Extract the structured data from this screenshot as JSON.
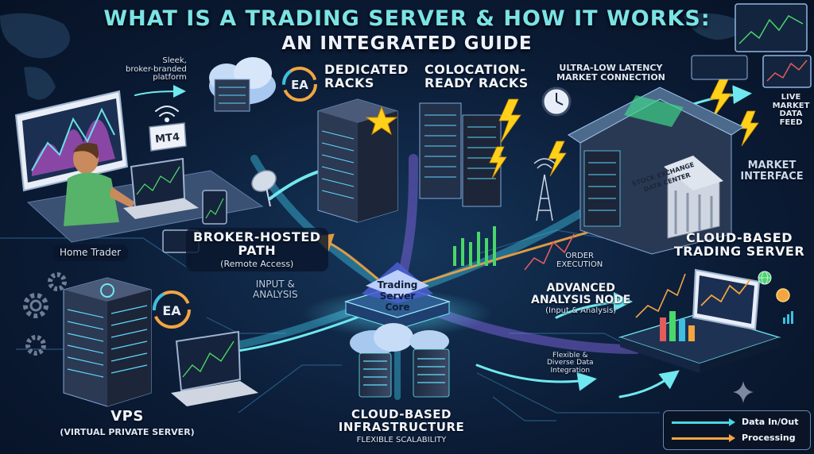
{
  "title": {
    "line1": "WHAT IS A TRADING SERVER & HOW IT WORKS:",
    "line2": "AN INTEGRATED GUIDE"
  },
  "labels": {
    "sleek_platform": [
      "Sleek,",
      "broker-branded",
      "platform"
    ],
    "mt4": "MT4",
    "ea": "EA",
    "dedicated_racks": [
      "DEDICATED",
      "RACKS"
    ],
    "colocation_racks": [
      "COLOCATION-",
      "READY RACKS"
    ],
    "ultra_low_latency": [
      "ULTRA-LOW LATENCY",
      "MARKET CONNECTION"
    ],
    "live_market_data": [
      "LIVE",
      "MARKET",
      "DATA",
      "FEED"
    ],
    "stock_exchange": [
      "STOCK EXCHANGE",
      "DATA CENTER"
    ],
    "market_interface": [
      "MARKET",
      "INTERFACE"
    ],
    "home_trader": "Home Trader",
    "broker_hosted": [
      "BROKER-HOSTED",
      "PATH"
    ],
    "remote_access": "(Remote Access)",
    "cloud_trading_server": [
      "CLOUD-BASED",
      "TRADING SERVER"
    ],
    "order_execution": [
      "ORDER",
      "EXECUTION"
    ],
    "input_analysis": [
      "INPUT &",
      "ANALYSIS"
    ],
    "trading_core": [
      "Trading",
      "Server",
      "Core"
    ],
    "advanced_node": [
      "ADVANCED",
      "ANALYSIS NODE"
    ],
    "advanced_node_sub": "(Input & Analysis)",
    "flexible_data": [
      "Flexible &",
      "Diverse Data",
      "Integration"
    ],
    "vps": "VPS",
    "vps_sub": "(VIRTUAL PRIVATE SERVER)",
    "cloud_infra": [
      "CLOUD-BASED",
      "INFRASTRUCTURE"
    ],
    "flexible_scalability": "FLEXIBLE SCALABILITY"
  },
  "legend": {
    "data_in_out": "Data In/Out",
    "processing": "Processing"
  },
  "colors": {
    "data_flow": "#4ad6e6",
    "processing": "#f2a541",
    "accent_purple": "#9a6cf0",
    "lightning": "#ffd11a",
    "title_cyan": "#7be3e6"
  },
  "icons": [
    "ea-cycle-icon",
    "wifi-icon",
    "star-icon",
    "lightning-icon",
    "clock-icon",
    "satellite-dish-icon",
    "antenna-icon",
    "gear-icon",
    "globe-icon",
    "dollar-coin-icon",
    "bar-chart-icon"
  ]
}
